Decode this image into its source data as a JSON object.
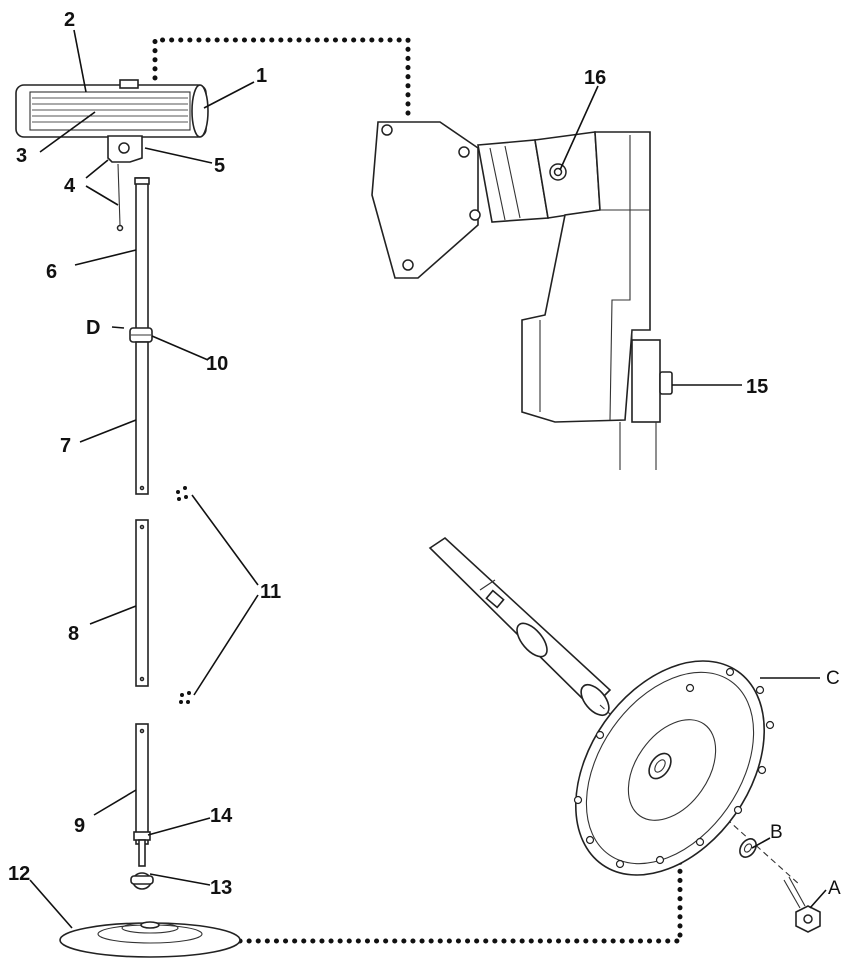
{
  "labels": {
    "p1": "1",
    "p2": "2",
    "p3": "3",
    "p4": "4",
    "p5": "5",
    "p6": "6",
    "p7": "7",
    "p8": "8",
    "p9": "9",
    "p10": "10",
    "p11": "11",
    "p12": "12",
    "p13": "13",
    "p14": "14",
    "p15": "15",
    "p16": "16",
    "a": "A",
    "b": "B",
    "c": "C",
    "d": "D"
  },
  "colors": {
    "line": "#222222",
    "background": "#ffffff"
  }
}
